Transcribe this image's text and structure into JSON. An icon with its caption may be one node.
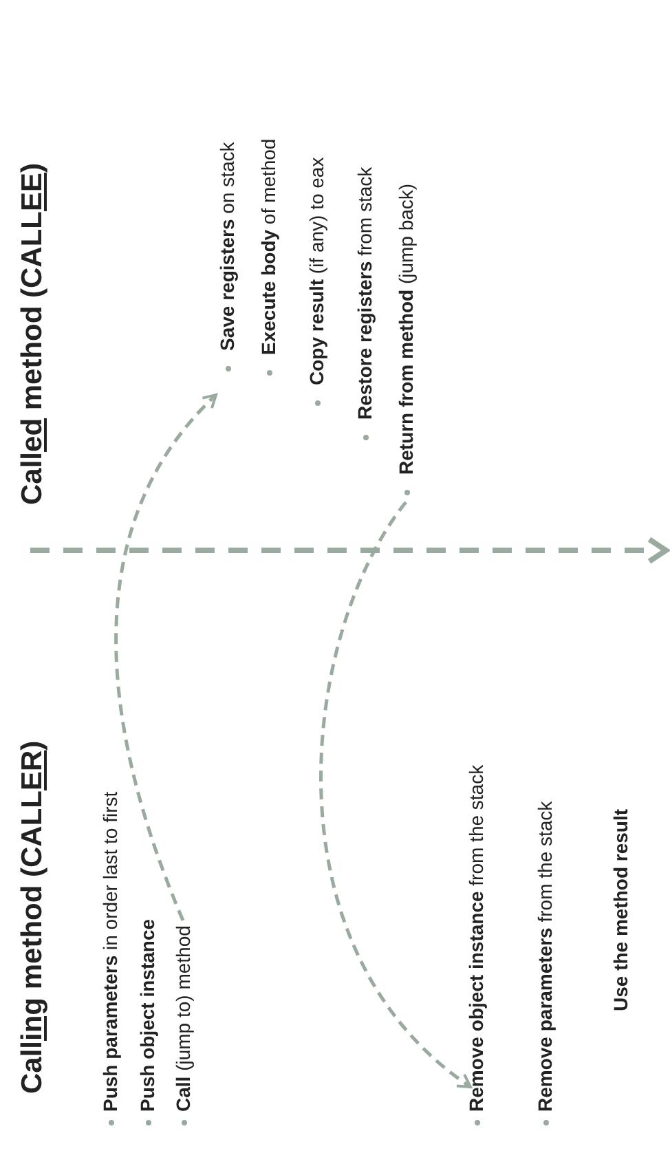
{
  "diagram": {
    "nodes": [
      {
        "text": [
          "**Call** (jump to) method"
        ]
      },
      {
        "text": [
          "**Save registers** on stack"
        ]
      },
      {
        "text": [
          "**Return from method** (jump back)"
        ]
      },
      {
        "text": [
          "**Remove object instance** from the stack"
        ]
      }
    ],
    "edges": [
      {
        "from": 0,
        "to": 1,
        "arrow": "to",
        "style": "dashed"
      },
      {
        "from": 2,
        "to": 3,
        "arrow": "to",
        "style": "dashed"
      }
    ],
    "labels": [
      "Calling method (CALLER)",
      "**Push parameters** in order last to first",
      "Push object instance",
      "Called method (CALLEE)",
      "**Execute body** of method",
      "**Copy result** (if any) to eax",
      "**Restore registers** from stack",
      "**Remove parameters** from the stack",
      "Use the method result"
    ]
  }
}
